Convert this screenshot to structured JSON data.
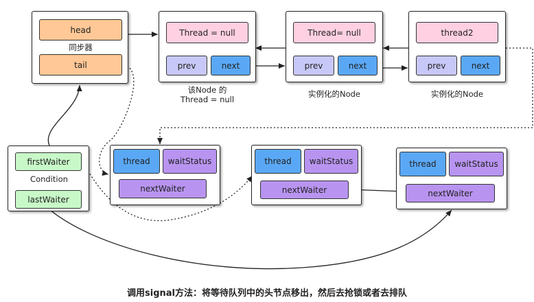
{
  "sync": {
    "head": "head",
    "tail": "tail",
    "label": "同步器"
  },
  "nodes": [
    {
      "thread": "Thread = null",
      "prev": "prev",
      "next": "next",
      "label": "该Node 的\nThread = null"
    },
    {
      "thread": "Thread= null",
      "prev": "prev",
      "next": "next",
      "label": "实例化的Node"
    },
    {
      "thread": "thread2",
      "prev": "prev",
      "next": "next",
      "label": "实例化的Node"
    }
  ],
  "condition": {
    "first": "firstWaiter",
    "last": "lastWaiter",
    "label": "Condition"
  },
  "waiters": [
    {
      "thread": "thread",
      "status": "waitStatus",
      "next": "nextWaiter"
    },
    {
      "thread": "thread",
      "status": "waitStatus",
      "next": "nextWaiter"
    },
    {
      "thread": "thread",
      "status": "waitStatus",
      "next": "nextWaiter"
    }
  ],
  "caption": "调用signal方法：将等待队列中的头节点移出，然后去抢锁或者去排队"
}
